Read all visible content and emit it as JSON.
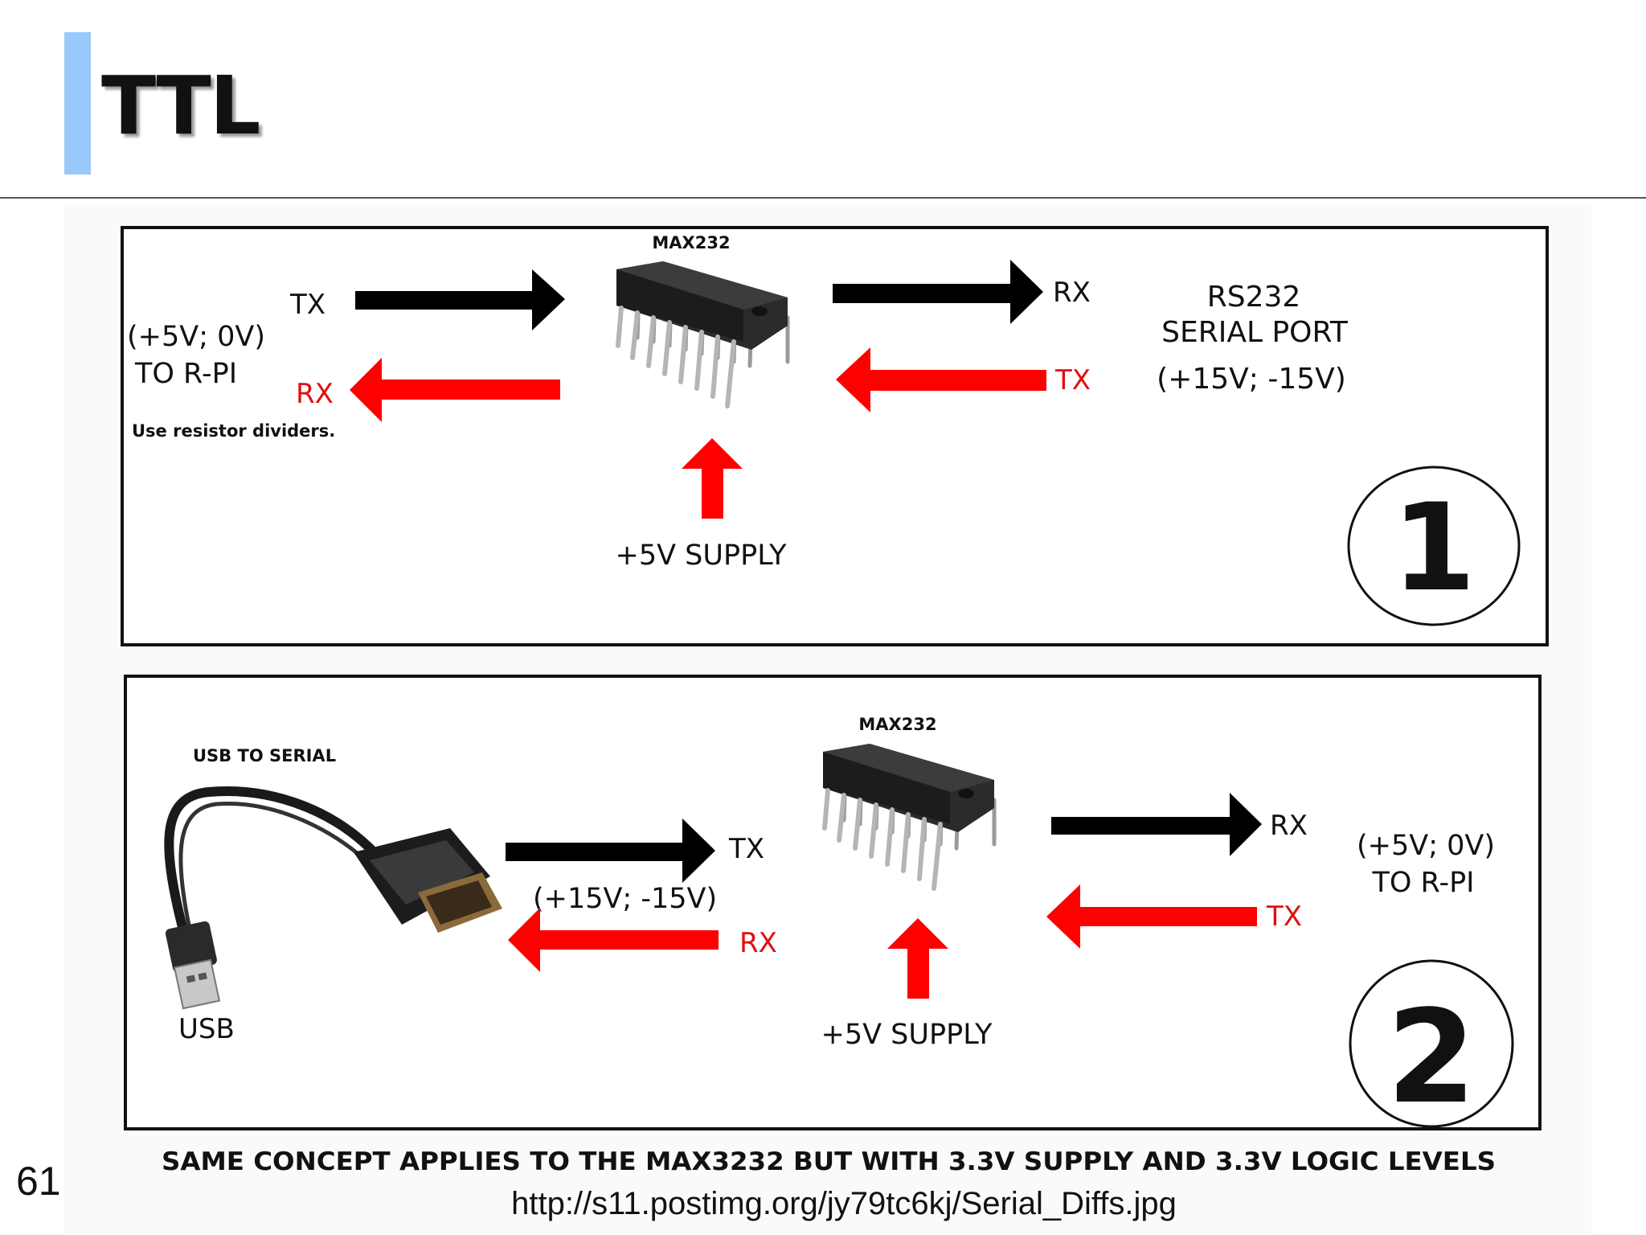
{
  "slide": {
    "title": "TTL",
    "number": "61",
    "source_url": "http://s11.postimg.org/jy79tc6kj/Serial_Diffs.jpg"
  },
  "colors": {
    "accent_bar": "#99c9fa",
    "arrow_black": "#000000",
    "arrow_red": "#ff0000",
    "label_red": "#e01010"
  },
  "diagram_1": {
    "number": "1",
    "chip_label": "MAX232",
    "left_tx": "TX",
    "left_rx": "RX",
    "left_voltage": "(+5V; 0V)",
    "left_target": "TO R-PI",
    "note": "Use resistor dividers.",
    "right_rx": "RX",
    "right_tx": "TX",
    "port_line1": "RS232",
    "port_line2": "SERIAL PORT",
    "port_voltage": "(+15V; -15V)",
    "supply": "+5V SUPPLY"
  },
  "diagram_2": {
    "number": "2",
    "chip_label": "MAX232",
    "cable_label": "USB TO SERIAL",
    "usb_label": "USB",
    "mid_tx": "TX",
    "mid_voltage": "(+15V; -15V)",
    "mid_rx": "RX",
    "right_rx": "RX",
    "right_tx": "TX",
    "right_voltage": "(+5V; 0V)",
    "right_target": "TO R-PI",
    "supply": "+5V SUPPLY"
  },
  "footer_note": "SAME CONCEPT APPLIES TO THE MAX3232 BUT WITH 3.3V SUPPLY AND 3.3V LOGIC LEVELS"
}
